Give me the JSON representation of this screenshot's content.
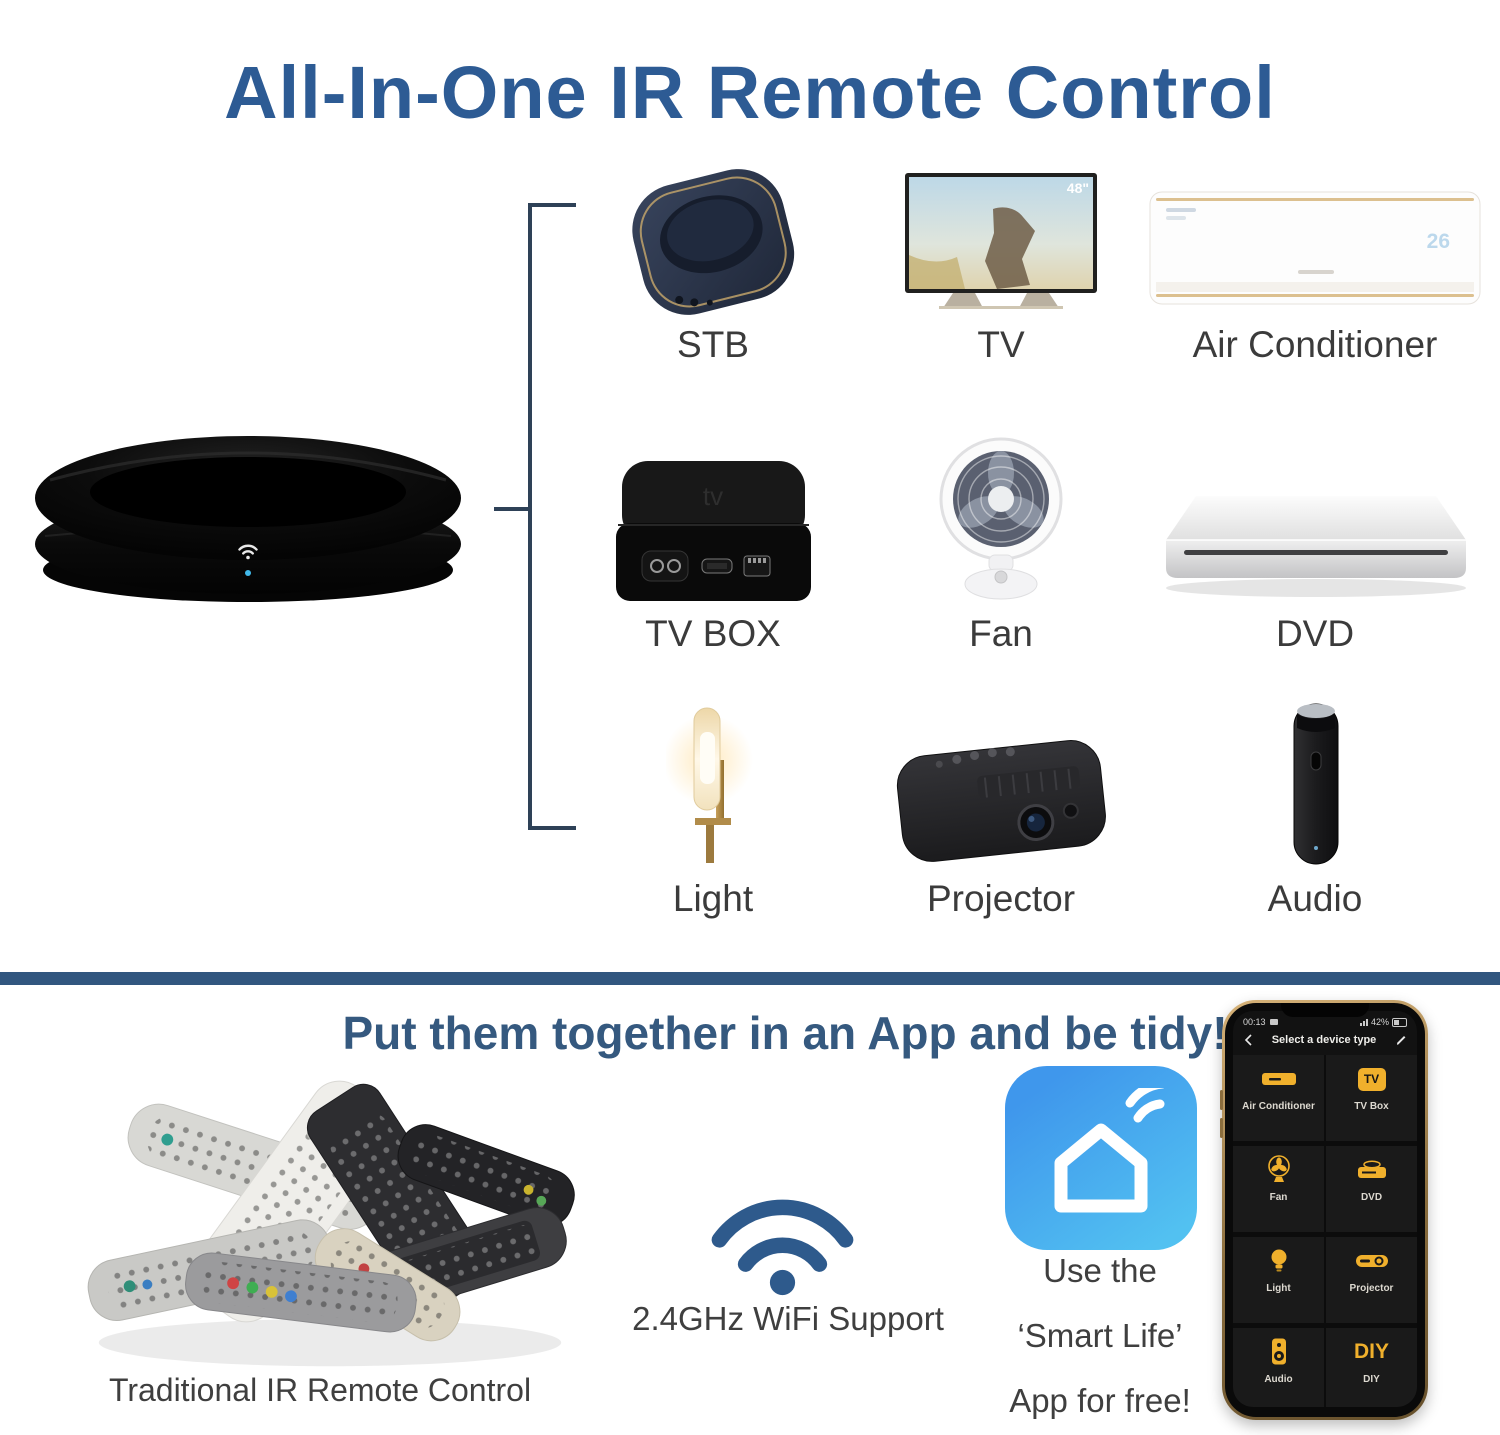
{
  "title": "All-In-One IR Remote Control",
  "devices": [
    {
      "label": "STB"
    },
    {
      "label": "TV",
      "badge": "48\""
    },
    {
      "label": "Air Conditioner",
      "temp": "26"
    },
    {
      "label": "TV BOX",
      "logo": "tv"
    },
    {
      "label": "Fan"
    },
    {
      "label": "DVD"
    },
    {
      "label": "Light"
    },
    {
      "label": "Projector"
    },
    {
      "label": "Audio"
    }
  ],
  "bottom": {
    "heading": "Put them together in an App and be tidy!",
    "remotes_caption": "Traditional IR Remote Control",
    "wifi_caption": "2.4GHz WiFi Support",
    "smartlife_line1": "Use the",
    "smartlife_line2": "‘Smart Life’",
    "smartlife_line3": "App for free!"
  },
  "phone": {
    "time": "00:13",
    "battery": "42%",
    "header_title": "Select a device type",
    "grid": [
      {
        "label": "Air Conditioner"
      },
      {
        "label": "TV Box",
        "icon_text": "TV"
      },
      {
        "label": "Fan"
      },
      {
        "label": "DVD"
      },
      {
        "label": "Light"
      },
      {
        "label": "Projector"
      },
      {
        "label": "Audio"
      },
      {
        "label": "DIY",
        "icon_text": "DIY"
      }
    ]
  },
  "colors": {
    "title_blue": "#2d5b94",
    "heading_blue": "#35597f",
    "divider_blue": "#31567f",
    "caption_gray": "#3f3f3f",
    "app_yellow": "#f0b02c",
    "wifi_blue": "#2e5a8c",
    "bracket_line": "#2e4157"
  }
}
